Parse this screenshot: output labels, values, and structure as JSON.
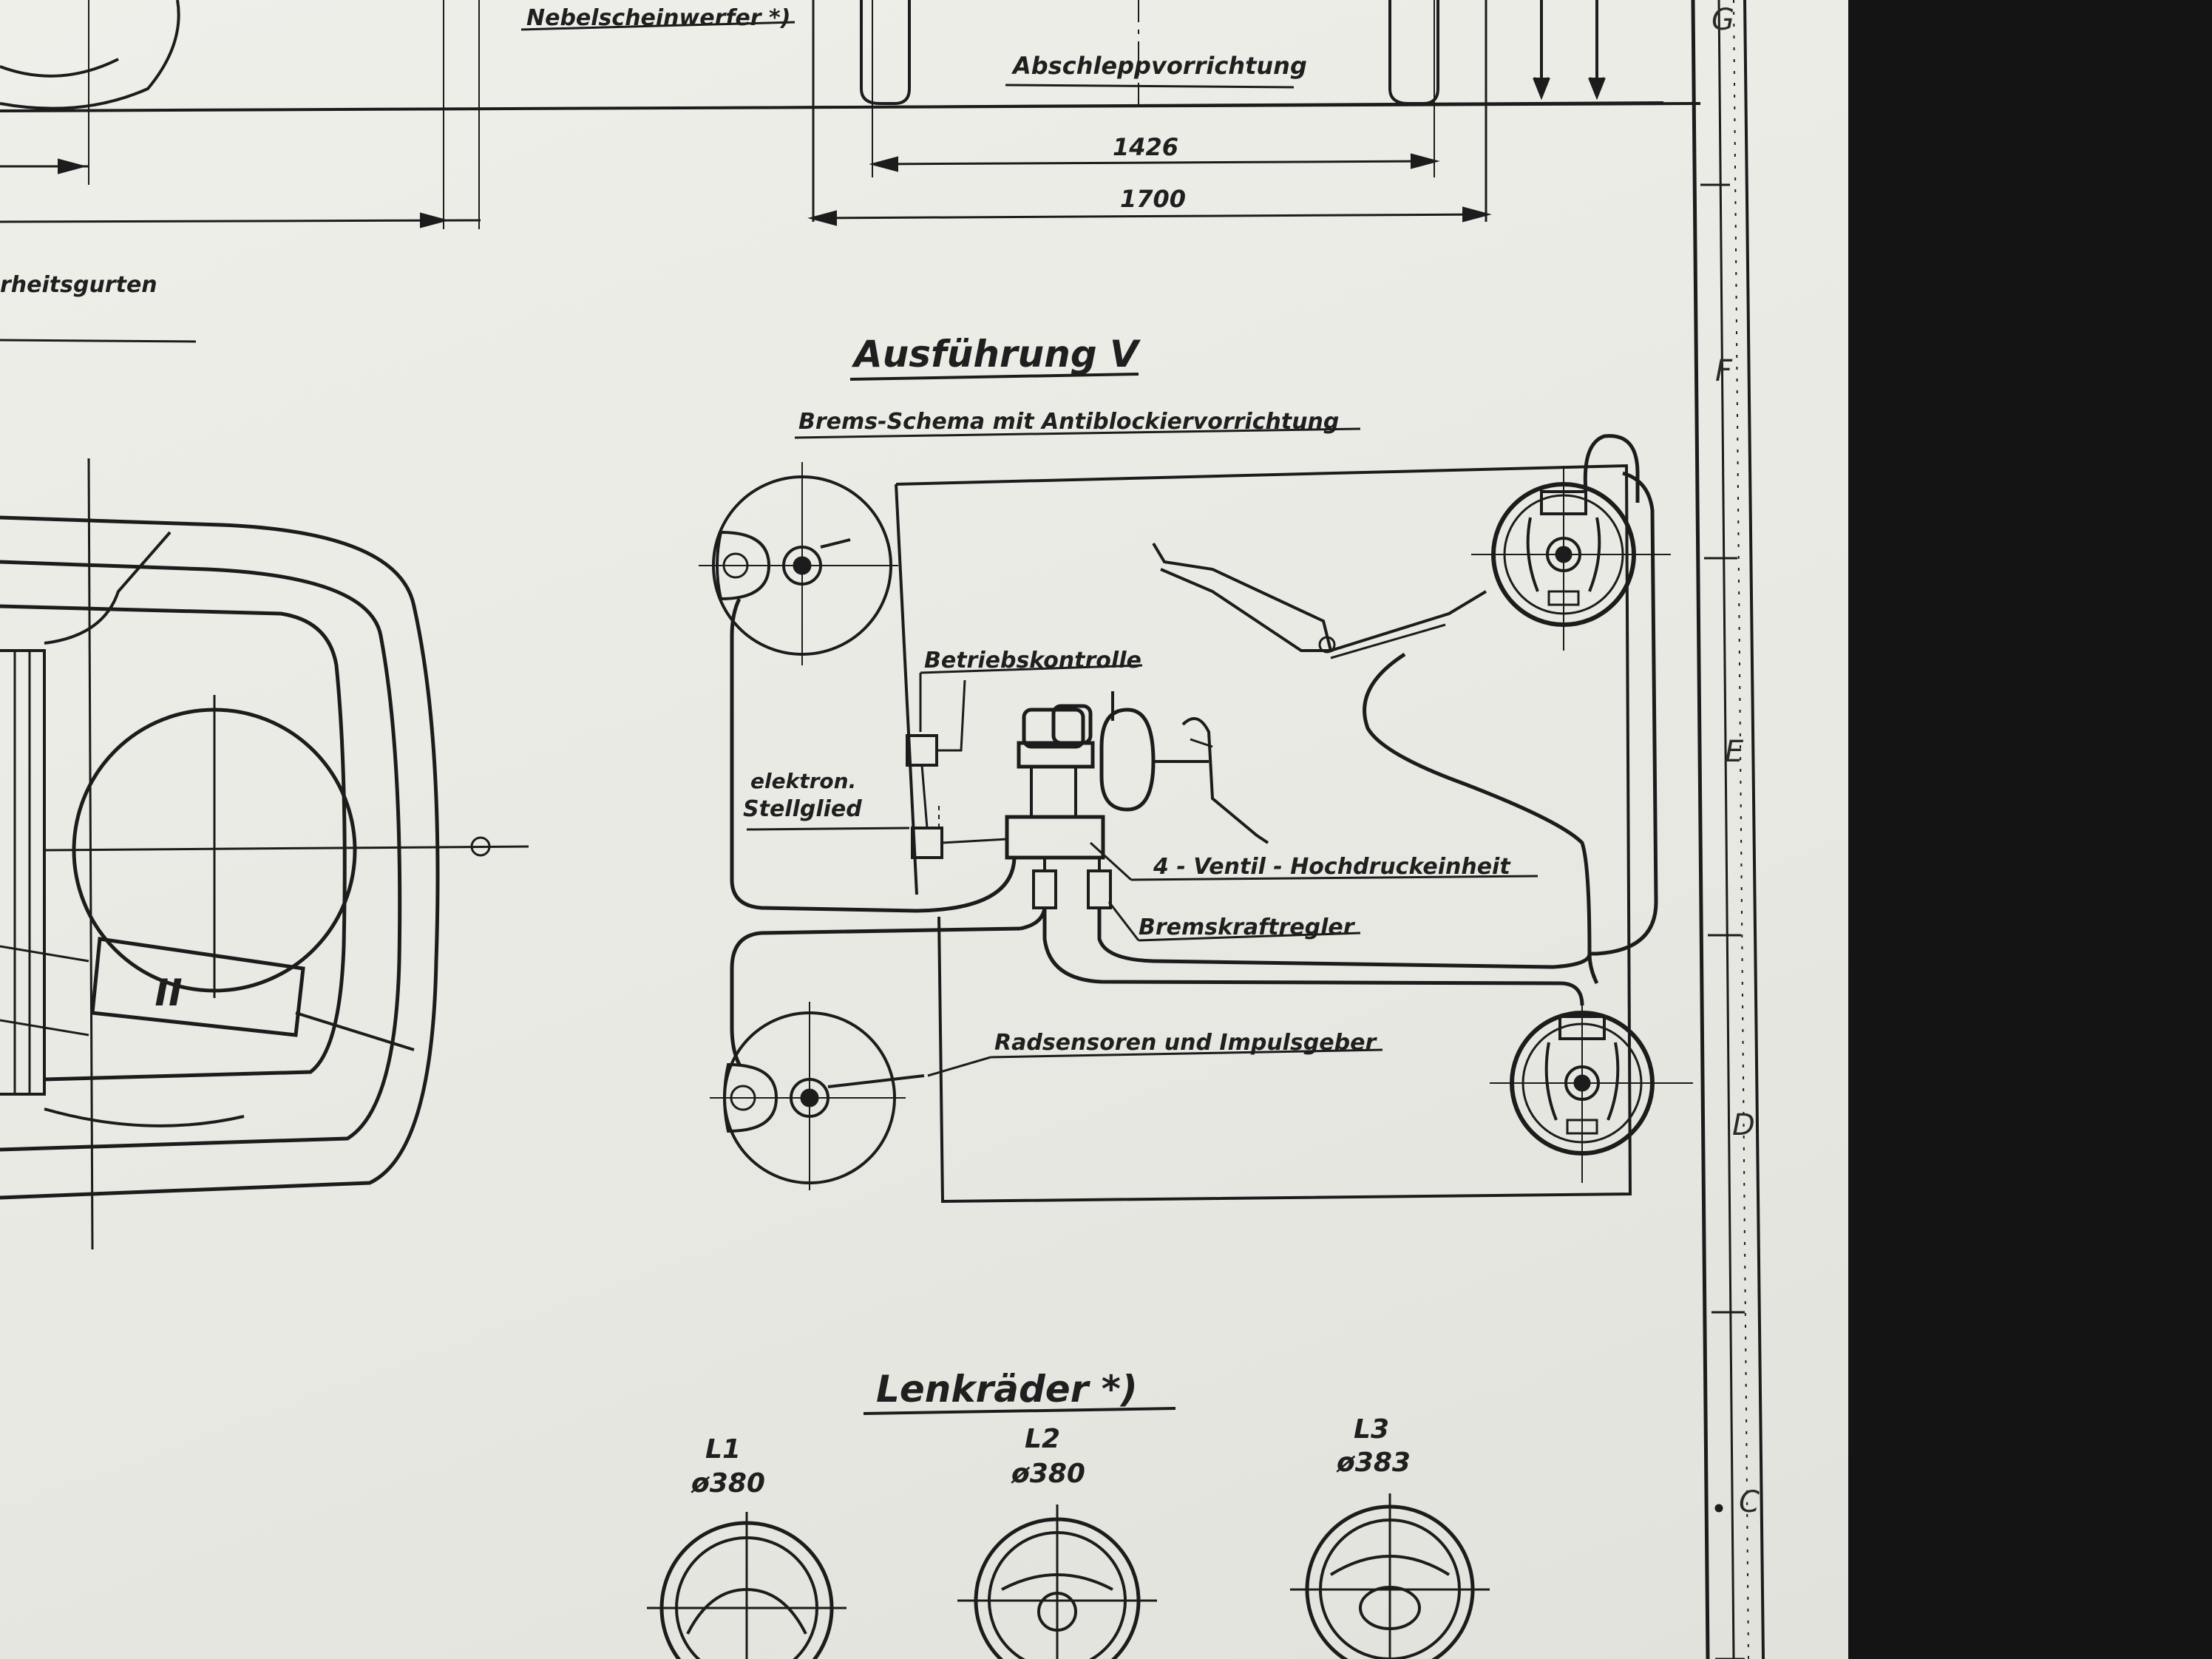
{
  "top": {
    "fog_lamp_label": "Nebelscheinwerfer *)",
    "towing_label": "Abschleppvorrichtung",
    "dim_track": "1426",
    "dim_width": "1700",
    "seatbelt_label": "rheitsgurten"
  },
  "brake_section": {
    "title": "Ausführung V",
    "subtitle": "Brems-Schema mit Antiblockiervorrichtung",
    "labels": {
      "operation_check": "Betriebskontrolle",
      "electronic_actuator_line1": "elektron.",
      "electronic_actuator_line2": "Stellglied",
      "high_pressure_unit": "4 - Ventil - Hochdruckeinheit",
      "brake_force_regulator": "Bremskraftregler",
      "wheel_sensors": "Radsensoren und Impulsgeber"
    }
  },
  "car_top_view": {
    "zone_label": "II"
  },
  "steering_section": {
    "title": "Lenkräder *)",
    "wheels": [
      {
        "code": "L1",
        "diameter": "ø380"
      },
      {
        "code": "L2",
        "diameter": "ø380"
      },
      {
        "code": "L3",
        "diameter": "ø383"
      }
    ]
  },
  "frame_letters": [
    "G",
    "F",
    "E",
    "D",
    "C"
  ],
  "colors": {
    "paper": "#ecece6",
    "ink": "#1c1c1c",
    "background": "#141414"
  }
}
